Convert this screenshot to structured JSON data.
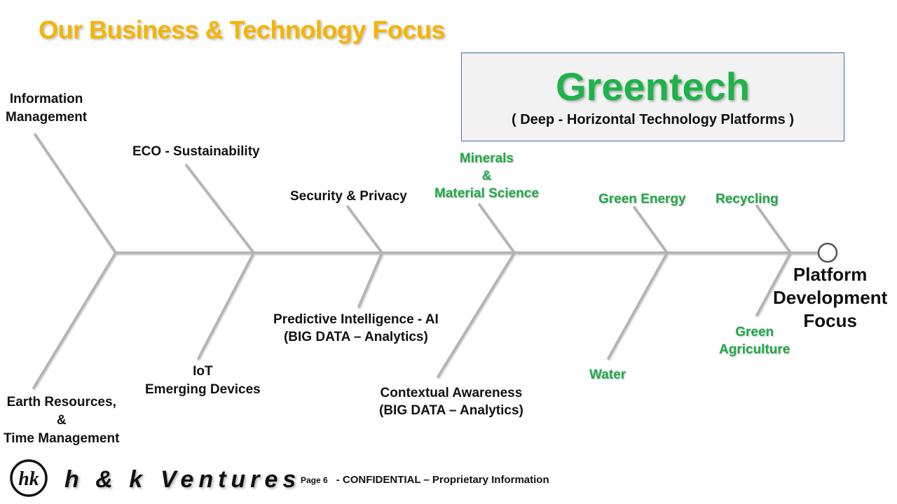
{
  "title": "Our Business & Technology Focus",
  "greentech": {
    "title": "Greentech",
    "subtitle": "( Deep - Horizontal Technology Platforms )"
  },
  "branches_top": [
    {
      "label": "Information\nManagement",
      "color": "black"
    },
    {
      "label": "ECO - Sustainability",
      "color": "black"
    },
    {
      "label": "Security & Privacy",
      "color": "black"
    },
    {
      "label": "Minerals\n&\nMaterial Science",
      "color": "green"
    },
    {
      "label": "Green Energy",
      "color": "green"
    },
    {
      "label": "Recycling",
      "color": "green"
    }
  ],
  "branches_bottom": [
    {
      "label": "Earth Resources,\n&\nTime Management",
      "color": "black"
    },
    {
      "label": "IoT\nEmerging Devices",
      "color": "black"
    },
    {
      "label": "Predictive Intelligence - AI\n(BIG DATA – Analytics)",
      "color": "black"
    },
    {
      "label": "Contextual  Awareness\n(BIG DATA – Analytics)",
      "color": "black"
    },
    {
      "label": "Water",
      "color": "green"
    },
    {
      "label": "Green\nAgriculture",
      "color": "green"
    }
  ],
  "head_label": "Platform\nDevelopment\nFocus",
  "colors": {
    "title": "#f5b400",
    "green": "#22a84a",
    "bone": "#b3b3b3"
  },
  "footer": {
    "logo_mark": "hk",
    "brand_left": "h & k",
    "brand_right": "Ventures",
    "page": "Page 6",
    "confidential": "- CONFIDENTIAL – Proprietary Information"
  }
}
